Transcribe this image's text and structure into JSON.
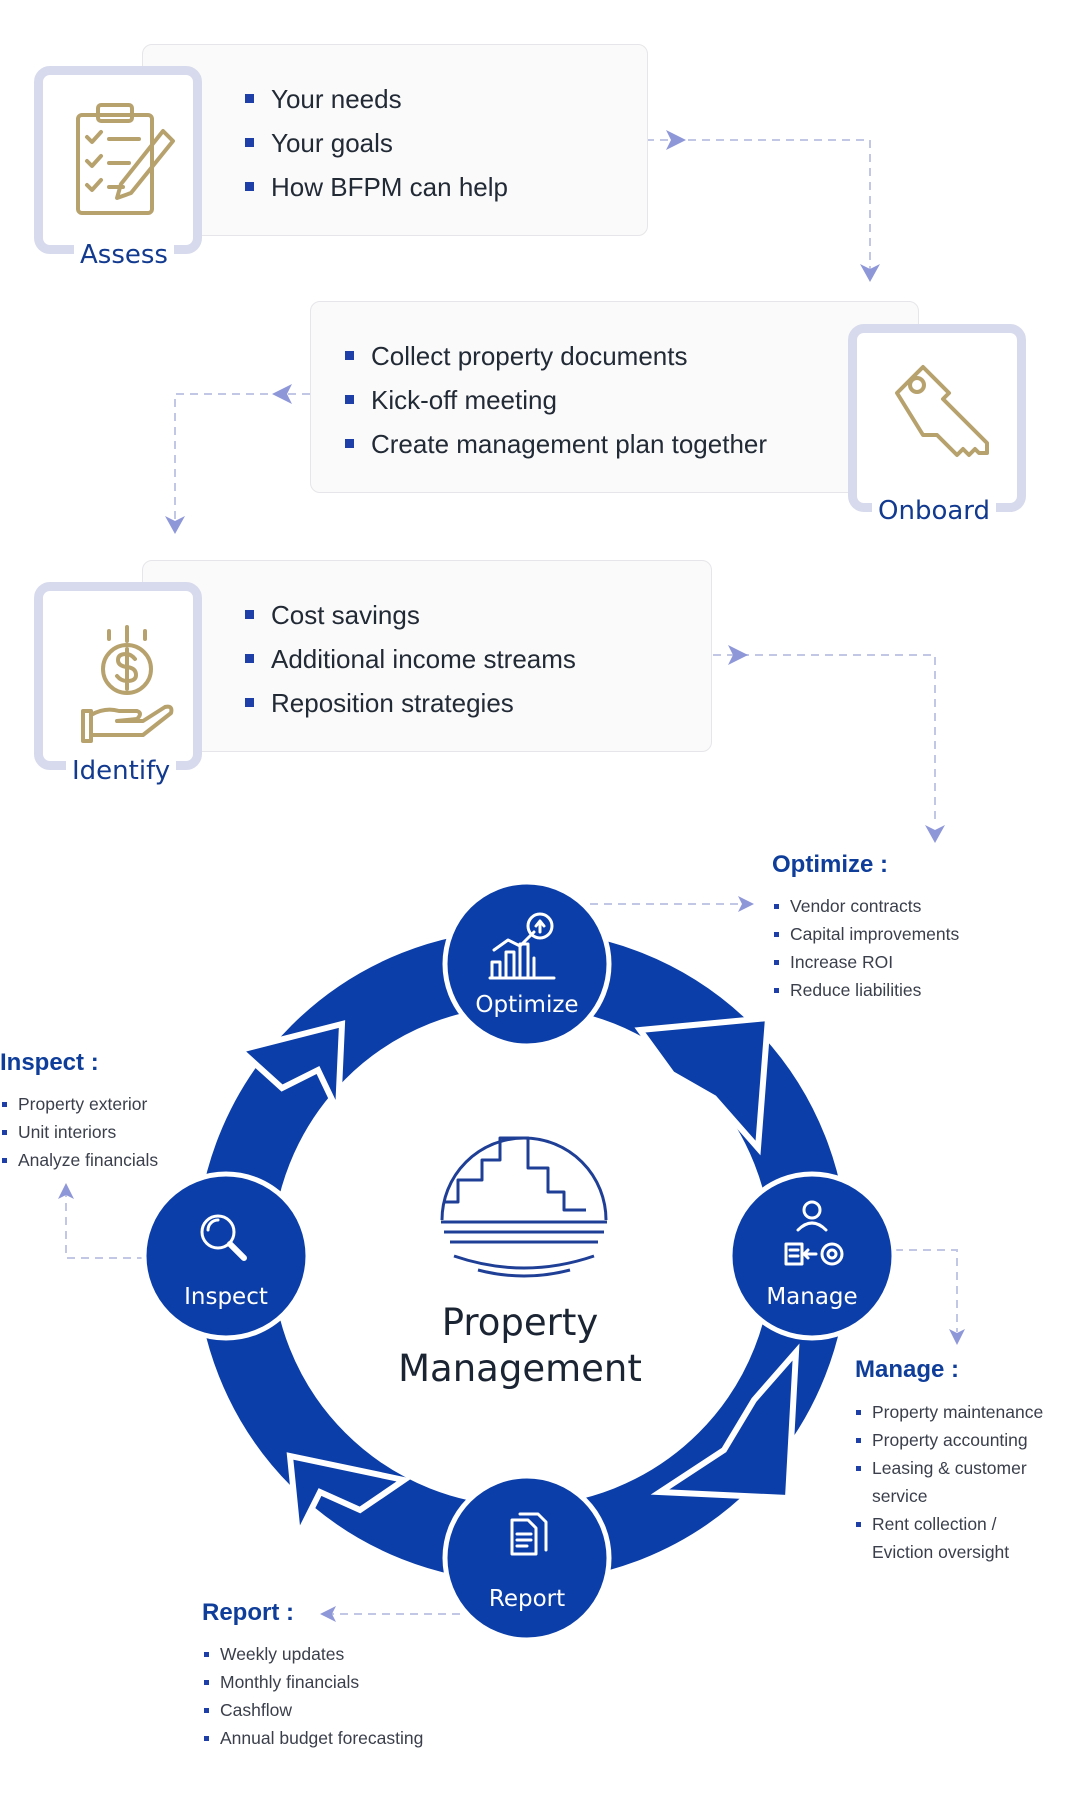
{
  "steps": {
    "assess": {
      "label": "Assess",
      "icon": "clipboard-checklist-icon",
      "items": [
        "Your needs",
        "Your goals",
        "How BFPM can help"
      ]
    },
    "onboard": {
      "label": "Onboard",
      "icon": "key-icon",
      "items": [
        "Collect property documents",
        "Kick-off meeting",
        "Create management plan together"
      ]
    },
    "identify": {
      "label": "Identify",
      "icon": "money-hand-icon",
      "items": [
        "Cost savings",
        "Additional income streams",
        "Reposition strategies"
      ]
    }
  },
  "cycle": {
    "center_line1": "Property",
    "center_line2": "Management",
    "nodes": {
      "optimize": "Optimize",
      "manage": "Manage",
      "report": "Report",
      "inspect": "Inspect"
    }
  },
  "details": {
    "optimize": {
      "title": "Optimize :",
      "items": [
        "Vendor contracts",
        "Capital improvements",
        "Increase ROI",
        "Reduce liabilities"
      ]
    },
    "inspect": {
      "title": "Inspect :",
      "items": [
        "Property exterior",
        "Unit interiors",
        "Analyze financials"
      ]
    },
    "manage": {
      "title": "Manage :",
      "items": [
        "Property maintenance",
        "Property accounting",
        "Leasing & customer service",
        "Rent collection / Eviction oversight"
      ]
    },
    "report": {
      "title": "Report :",
      "items": [
        "Weekly updates",
        "Monthly financials",
        "Cashflow",
        "Annual budget forecasting"
      ]
    }
  },
  "colors": {
    "cycle_blue": "#0b3ea8",
    "label_blue": "#123a8f",
    "icon_gold": "#b7a26e",
    "frame": "#d7daec",
    "connector": "#b8bde0"
  }
}
